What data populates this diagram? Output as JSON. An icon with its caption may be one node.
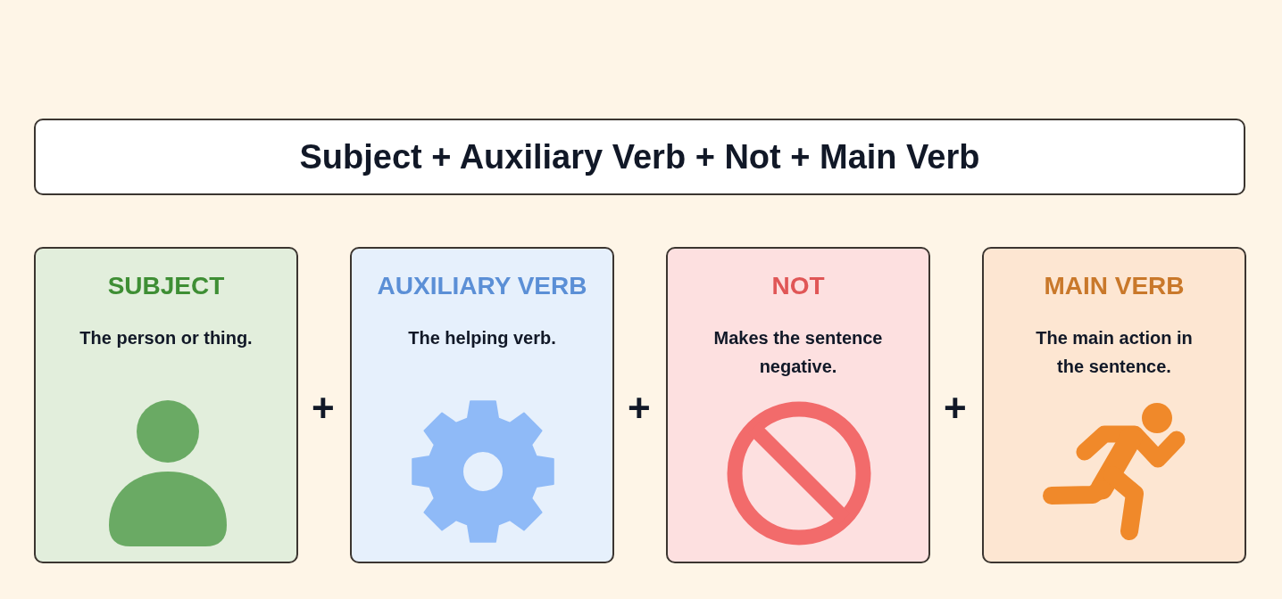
{
  "diagram": {
    "nodes": [
      {
        "text": [
          "Subject + Auxiliary Verb + Not + Main Verb"
        ]
      },
      {
        "text": [
          "SUBJECT",
          "The person or thing."
        ]
      },
      {
        "text": [
          "AUXILIARY VERB",
          "The helping verb."
        ]
      },
      {
        "text": [
          "NOT",
          "Makes the sentence negative."
        ]
      },
      {
        "text": [
          "MAIN VERB",
          "The main action in the sentence."
        ]
      }
    ],
    "labels": [
      "+",
      "+",
      "+"
    ]
  }
}
